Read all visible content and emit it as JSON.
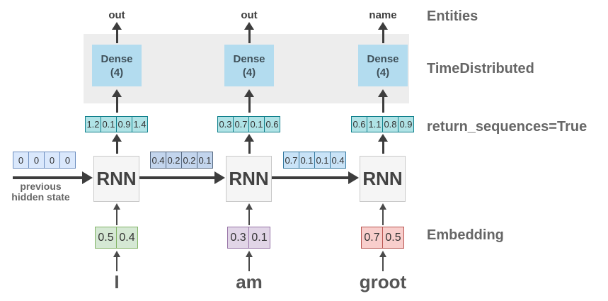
{
  "side_labels": {
    "entities": "Entities",
    "time_distributed": "TimeDistributed",
    "return_sequences": "return_sequences=True",
    "embedding": "Embedding"
  },
  "previous_hidden_state": {
    "line1": "previous",
    "line2": "hidden state"
  },
  "columns": [
    {
      "word": "I",
      "output": "out",
      "dense": {
        "line1": "Dense",
        "line2": "(4)"
      },
      "rnn_label": "RNN",
      "return_sequence_vector": [
        "1.2",
        "0.1",
        "0.9",
        "1.4"
      ],
      "embedding_vector": [
        "0.5",
        "0.4"
      ]
    },
    {
      "word": "am",
      "output": "out",
      "dense": {
        "line1": "Dense",
        "line2": "(4)"
      },
      "rnn_label": "RNN",
      "return_sequence_vector": [
        "0.3",
        "0.7",
        "0.1",
        "0.6"
      ],
      "embedding_vector": [
        "0.3",
        "0.1"
      ]
    },
    {
      "word": "groot",
      "output": "name",
      "dense": {
        "line1": "Dense",
        "line2": "(4)"
      },
      "rnn_label": "RNN",
      "return_sequence_vector": [
        "0.6",
        "1.1",
        "0.8",
        "0.9"
      ],
      "embedding_vector": [
        "0.7",
        "0.5"
      ]
    }
  ],
  "hidden_state_vectors": [
    [
      "0",
      "0",
      "0",
      "0"
    ],
    [
      "0.4",
      "0.2",
      "0.2",
      "0.1"
    ],
    [
      "0.7",
      "0.1",
      "0.1",
      "0.4"
    ]
  ],
  "colors": {
    "band": "#ededed",
    "dense_fill": "#b3dcef",
    "rnn_fill": "#f5f5f5",
    "rnn_border": "#c9c9c9",
    "return_seq_fill": "#b0e3e6",
    "return_seq_border": "#10808c",
    "hidden_initial_fill": "#dae8fc",
    "hidden_initial_border": "#6c8ebf",
    "hidden_mid_fill": "#c3d5ed",
    "hidden_mid_border": "#54677f",
    "hidden_last_fill": "#c9e3f7",
    "hidden_last_border": "#3579a0",
    "embedding_green_fill": "#d5e8d4",
    "embedding_green_border": "#82b366",
    "embedding_purple_fill": "#e1d5e7",
    "embedding_purple_border": "#9673a6",
    "embedding_red_fill": "#f8cecc",
    "embedding_red_border": "#b85450",
    "arrow": "#3d3d3d",
    "side_label_text": "#666666"
  }
}
